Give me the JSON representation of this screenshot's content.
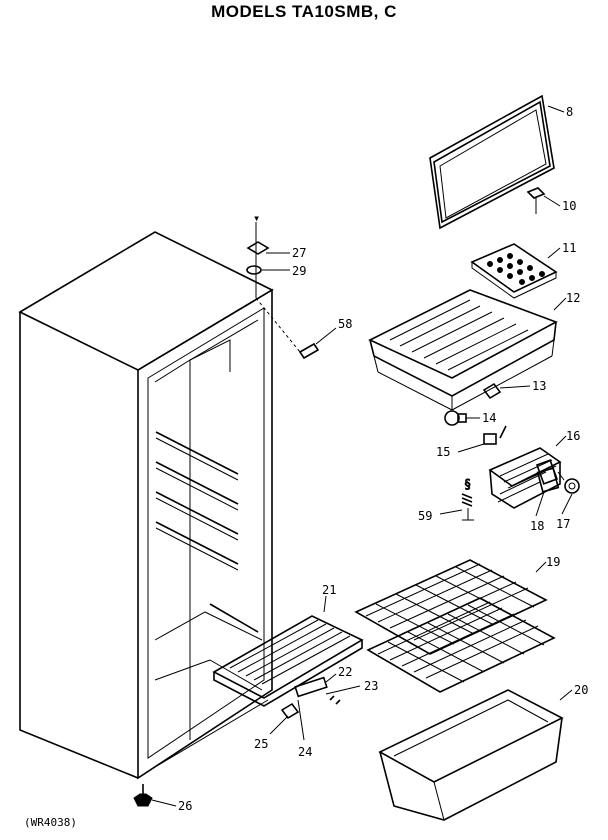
{
  "title": "MODELS TA10SMB, C",
  "reference": "(WR4038)",
  "callouts": [
    "8",
    "10",
    "11",
    "12",
    "13",
    "14",
    "15",
    "16",
    "17",
    "18",
    "19",
    "20",
    "21",
    "22",
    "23",
    "24",
    "25",
    "26",
    "27",
    "29",
    "58",
    "59"
  ]
}
